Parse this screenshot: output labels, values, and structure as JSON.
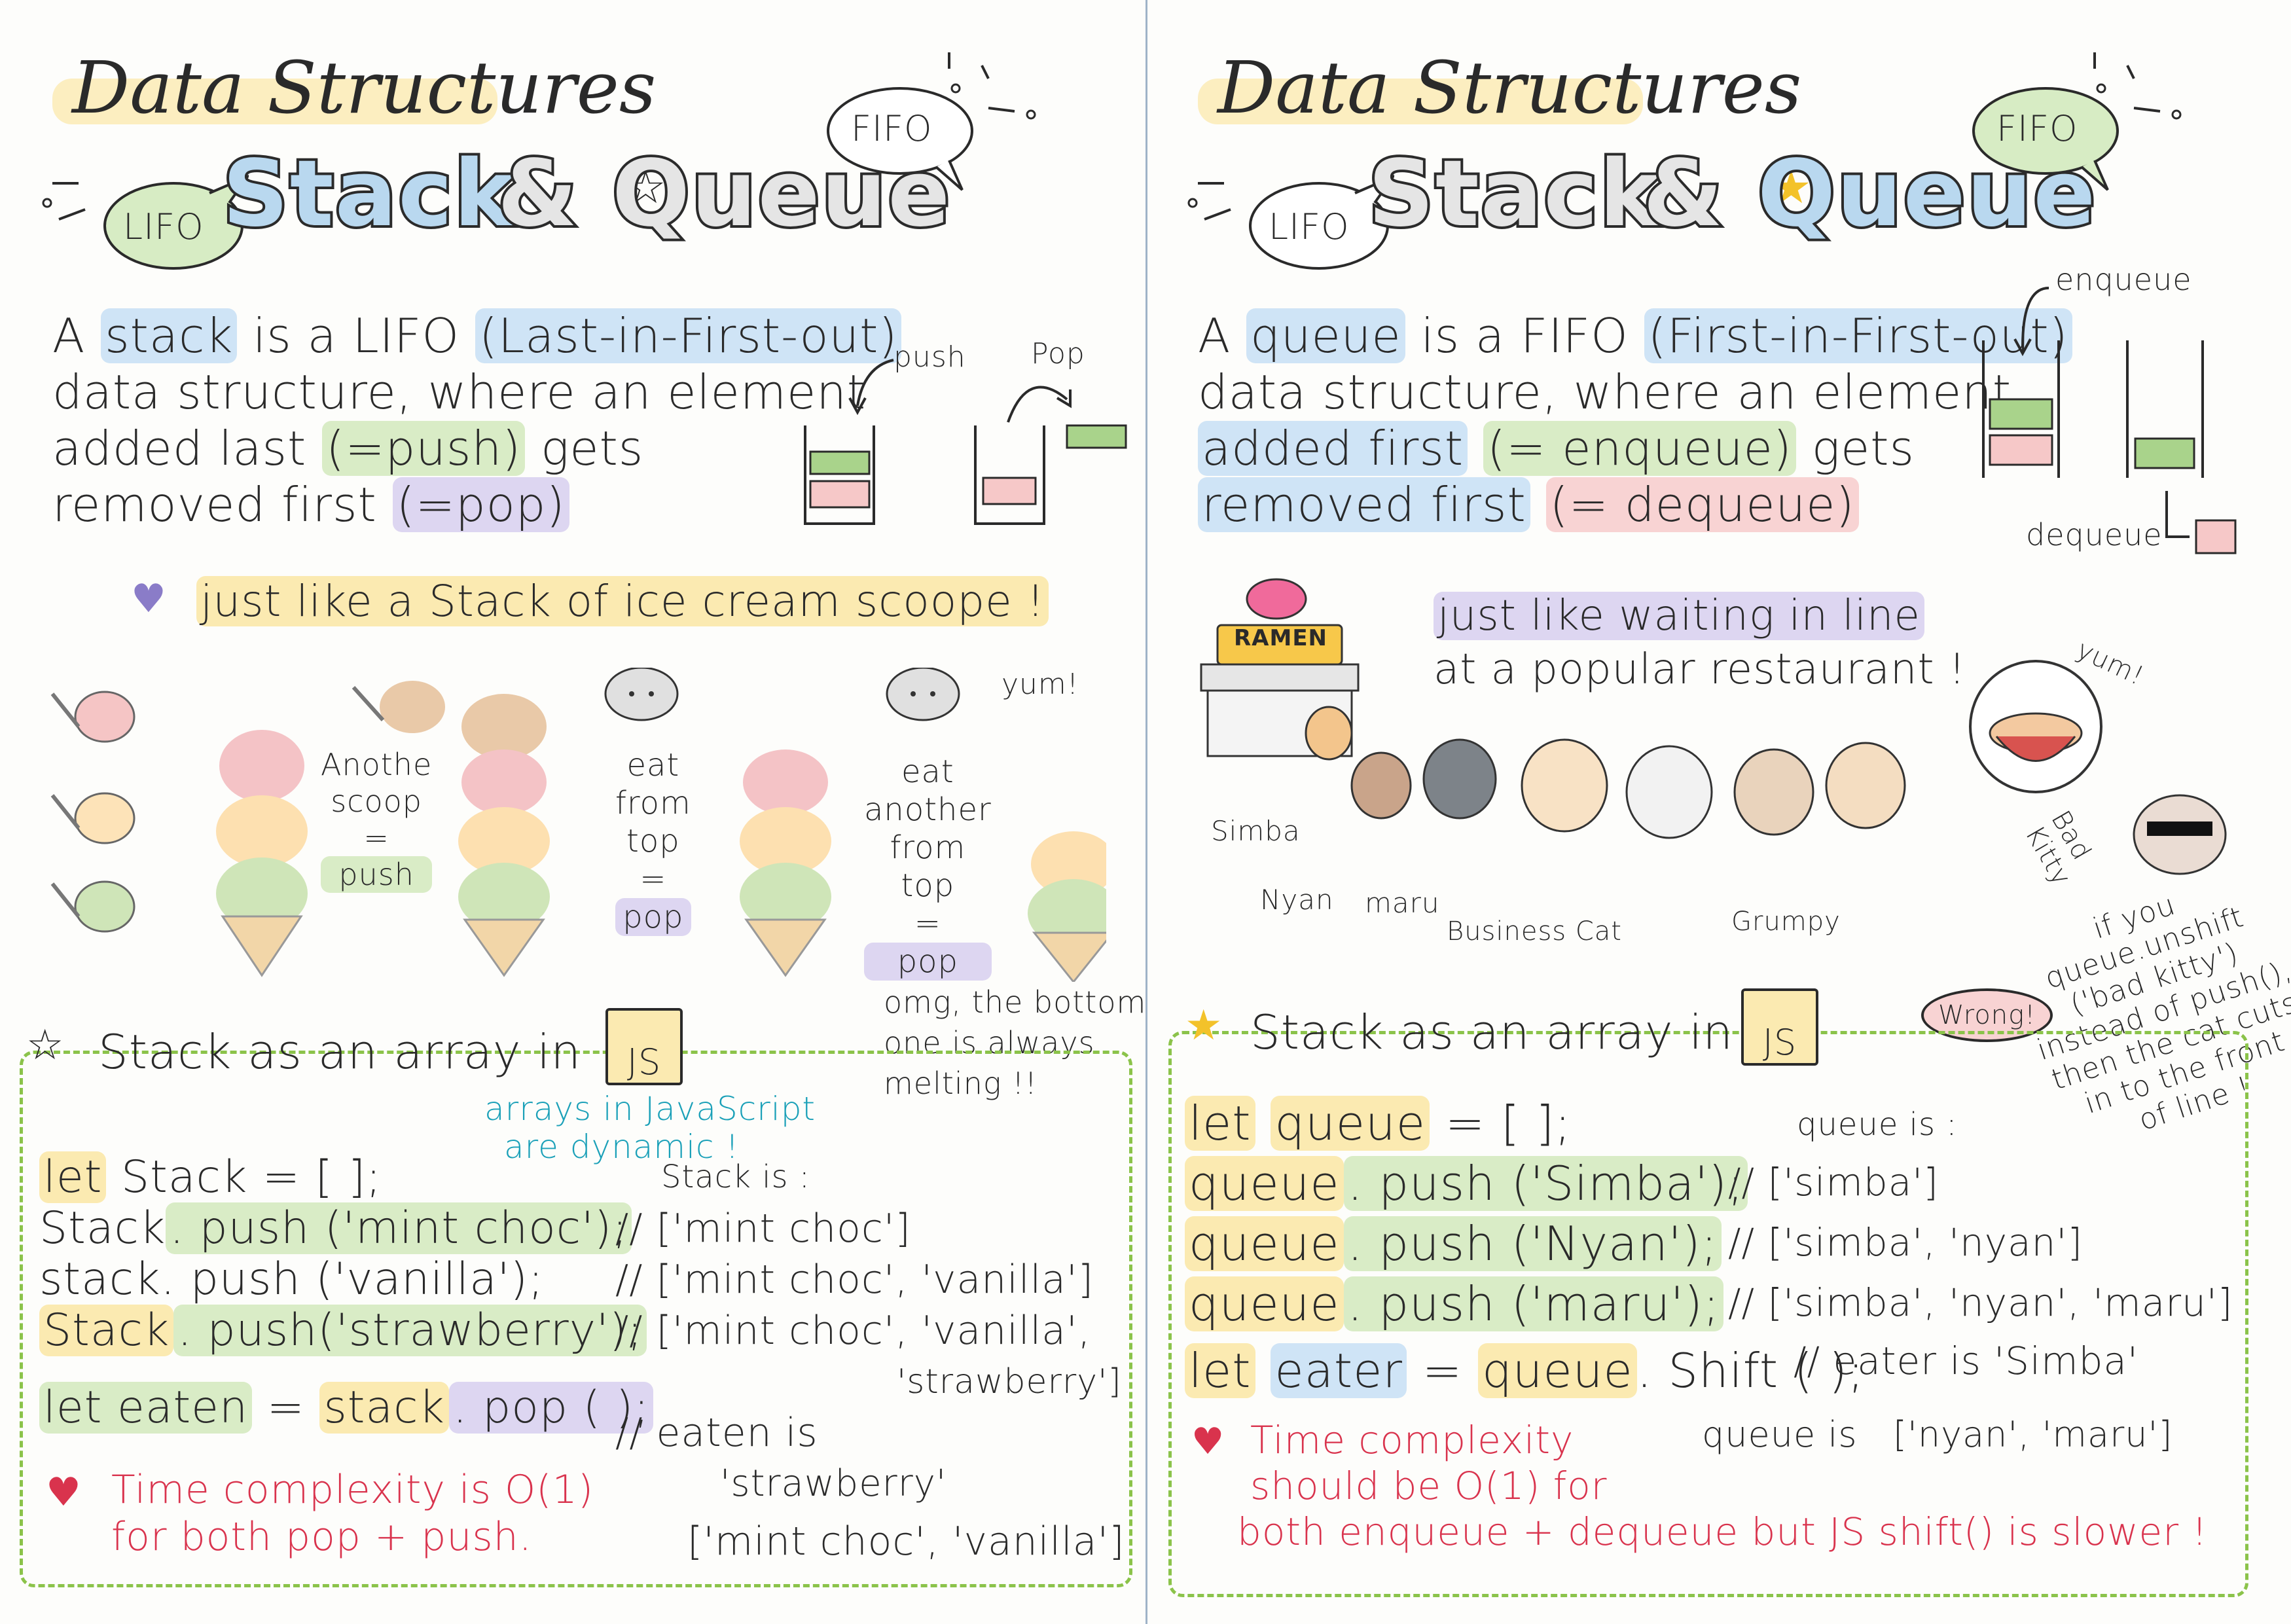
{
  "left": {
    "header": "Data Structures",
    "title_a": "Stack",
    "title_amp": "&",
    "title_b": "Queue",
    "bubble_lifo": "LIFO",
    "bubble_fifo": "FIFO",
    "def": {
      "a": "A",
      "stack": "stack",
      "is_a": "is a",
      "lifo": "LIFO",
      "lifo_long": "(Last-in-First-out)",
      "line2": "data structure, where an element",
      "added_last": "added last",
      "push_paren": "(=push)",
      "gets": "gets",
      "removed_first": "removed first",
      "pop_paren": "(=pop)"
    },
    "diagram": {
      "push": "push",
      "pop": "Pop"
    },
    "analogy": "just like a Stack of ice cream scoope !",
    "steps": {
      "another": "Anothe",
      "scoop": "scoop",
      "eq": "=",
      "push": "push",
      "eat": "eat",
      "from": "from",
      "top": "top",
      "pop": "pop",
      "eat2": "eat",
      "another2": "another",
      "from2": "from",
      "top2": "top",
      "pop2": "pop",
      "yum": "yum!"
    },
    "melting": [
      "omg, the bottom",
      "one is always",
      "melting !!"
    ],
    "array_heading": "Stack as an array in",
    "js": "JS",
    "dynamic_note": [
      "arrays in JavaScript",
      "are dynamic !"
    ],
    "stack_is": "Stack is :",
    "code": {
      "l1_let": "let",
      "l1_rest": "Stack = [ ];",
      "l2_obj": "Stack",
      "l2_call": ". push ('mint choc');",
      "l2_cmt": "// ['mint choc']",
      "l3_obj": "stack",
      "l3_call": ". push ('vanilla');",
      "l3_cmt": "// ['mint choc', 'vanilla']",
      "l4_obj": "Stack",
      "l4_call": ". push('strawberry');",
      "l4_cmt": "// ['mint choc', 'vanilla',",
      "l4_cmt2": "'strawberry']",
      "l5_let": "let eaten",
      "l5_eq": "=",
      "l5_obj": "stack",
      "l5_call": ". pop ( );",
      "l5_cmt": "// eaten is",
      "l5_cmt2": "'strawberry'",
      "l5_cmt3": "['mint choc', 'vanilla']"
    },
    "complexity": [
      "Time complexity is O(1)",
      "for both pop + push."
    ]
  },
  "right": {
    "header": "Data Structures",
    "title_a": "Stack",
    "title_amp": "&",
    "title_b": "Queue",
    "bubble_lifo": "LIFO",
    "bubble_fifo": "FIFO",
    "def": {
      "a": "A",
      "queue": "queue",
      "is_a": "is a",
      "fifo": "FIFO",
      "fifo_long": "(First-in-First-out)",
      "line2": "data structure, where an element",
      "added_first": "added first",
      "enq_paren": "(= enqueue)",
      "gets": "gets",
      "removed_first": "removed first",
      "deq_paren": "(= dequeue)"
    },
    "diagram": {
      "enqueue": "enqueue",
      "dequeue": "dequeue"
    },
    "ramen": "RAMEN",
    "analogy": [
      "just like waiting in line",
      "at a popular restaurant !"
    ],
    "yum": "yum!",
    "cats": {
      "simba": "Simba",
      "nyan": "Nyan",
      "maru": "maru",
      "business": "Business Cat",
      "grumpy": "Grumpy",
      "bad": [
        "Bad",
        "Kitty"
      ]
    },
    "wrong": "Wrong!",
    "unshift_note": [
      "if you",
      "queue.unshift",
      "('bad kitty')",
      "instead of push(),",
      "then the cat cuts",
      "in to the front",
      "of line !"
    ],
    "array_heading": "Stack as an array in",
    "js": "JS",
    "queue_is": "queue is :",
    "code": {
      "l1_let": "let",
      "l1_obj": "queue",
      "l1_rest": "= [ ];",
      "l2_obj": "queue",
      "l2_call": ". push ('Simba');",
      "l2_cmt": "// ['simba']",
      "l3_obj": "queue",
      "l3_call": ". push ('Nyan');",
      "l3_cmt": "// ['simba', 'nyan']",
      "l4_obj": "queue",
      "l4_call": ". push ('maru');",
      "l4_cmt": "// ['simba', 'nyan', 'maru']",
      "l5_let": "let",
      "l5_var": "eater",
      "l5_eq": "=",
      "l5_obj": "queue",
      "l5_call": ". Shift ( );",
      "l5_cmt": "// eater is 'Simba'",
      "queue_is2": "queue is",
      "queue_is2_val": "['nyan', 'maru']"
    },
    "complexity": [
      "Time complexity",
      "should be O(1) for",
      "both enqueue + dequeue but JS shift() is slower !"
    ]
  },
  "colors": {
    "blue_hl": "#cfe4f6",
    "green_hl": "#d9ecc6",
    "yellow_hl": "#fbeab1",
    "pink_hl": "#f8d3d3",
    "red_text": "#d9334d",
    "dashed_box": "#8bc34a",
    "teal_text": "#1aa0b8"
  },
  "icons": [
    "heart-icon",
    "star-icon",
    "speech-bubble-icon",
    "ice-cream-icon",
    "cat-icon",
    "ramen-shop-icon",
    "ramen-bowl-icon",
    "arrow-icon"
  ]
}
